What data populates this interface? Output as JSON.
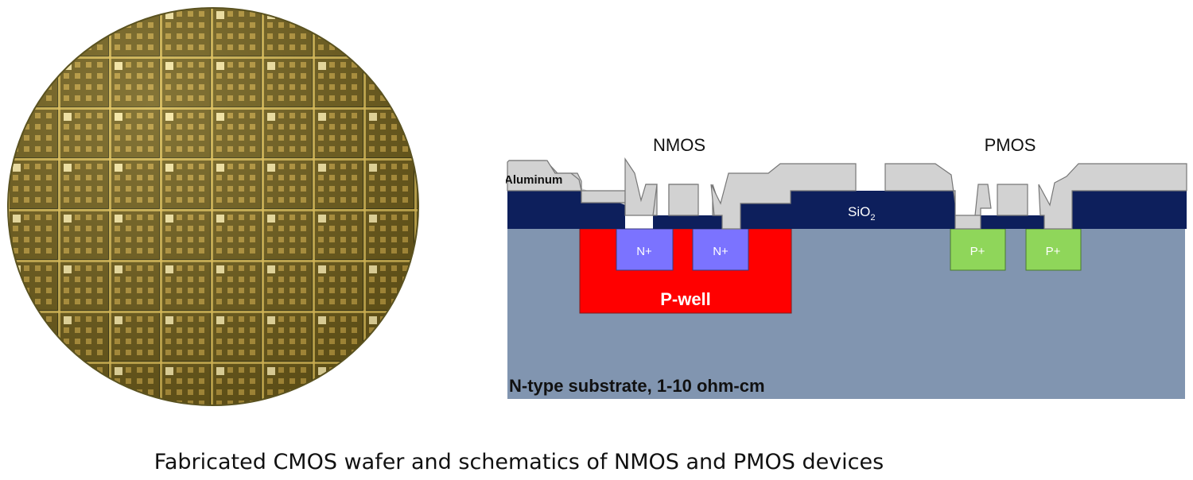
{
  "figure": {
    "caption": "Fabricated CMOS wafer and schematics of NMOS and PMOS devices"
  },
  "wafer_photo": {
    "colors": {
      "background": "#3a3612",
      "grid": "#e6c55a",
      "die": "#6b5a1a",
      "pad": "#f2c85a"
    }
  },
  "schematic": {
    "labels": {
      "nmos": "NMOS",
      "pmos": "PMOS",
      "aluminum": "Aluminum",
      "oxide_base": "SiO",
      "oxide_sub": "2",
      "pwell": "P-well",
      "nplus": "N+",
      "pplus": "P+",
      "substrate": "N-type substrate, 1-10 ohm-cm"
    },
    "colors": {
      "substrate": "#8195b0",
      "oxide": "#0d1f5c",
      "aluminum": "#d2d2d2",
      "pwell": "#ff0000",
      "nplus": "#7b73ff",
      "pplus": "#8fd65a"
    }
  }
}
